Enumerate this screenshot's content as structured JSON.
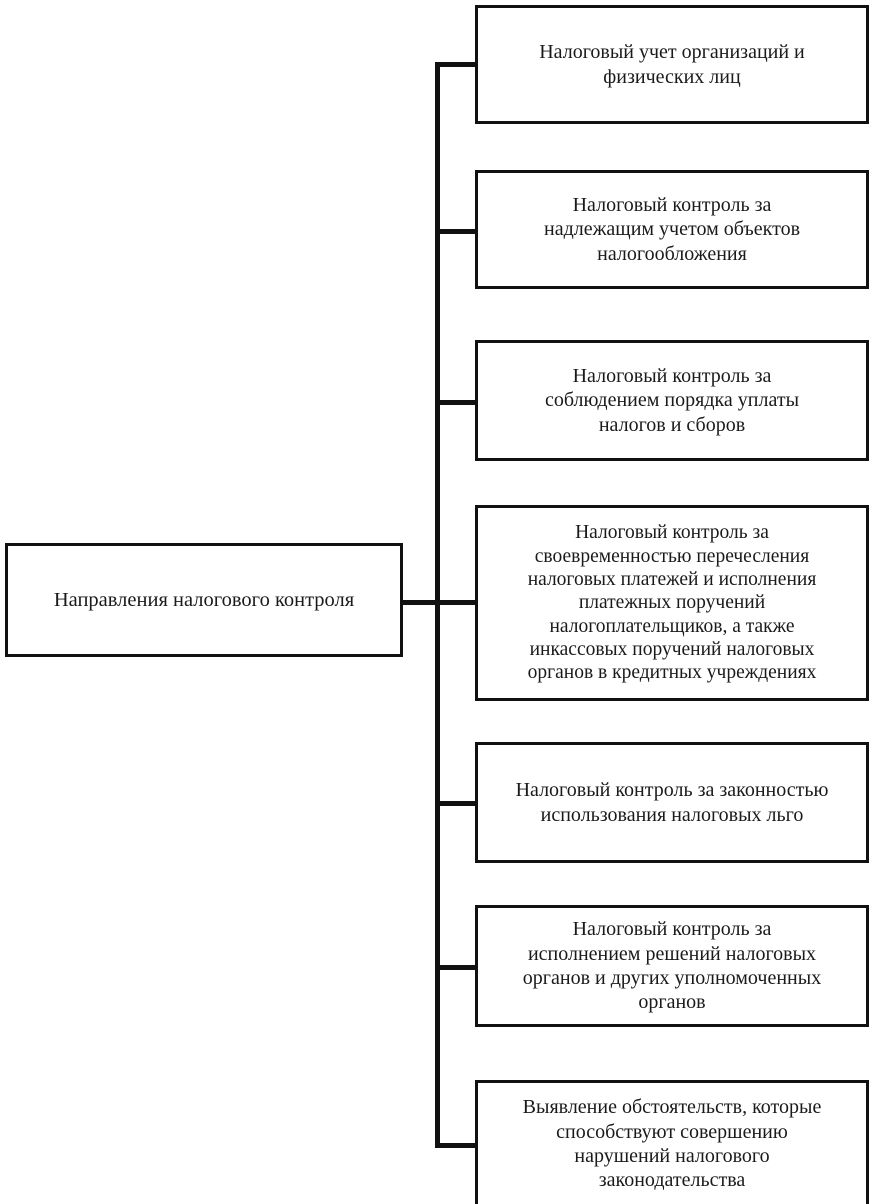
{
  "diagram": {
    "type": "tree",
    "orientation": "left-to-right",
    "title_node": {
      "id": "root",
      "label": "Направления налогового контроля"
    },
    "branches": [
      {
        "id": "branch-1",
        "label": "Налоговый учет организаций и\nфизических лиц"
      },
      {
        "id": "branch-2",
        "label": "Налоговый контроль за\nнадлежащим учетом объектов\nналогообложения"
      },
      {
        "id": "branch-3",
        "label": "Налоговый контроль за\nсоблюдением порядка  уплаты\nналогов и сборов"
      },
      {
        "id": "branch-4",
        "label": "Налоговый контроль за\nсвоевременностью  перечесления\nналоговых платежей и исполнения\nплатежных поручений\nналогоплательщиков, а также\nинкассовых поручений налоговых\nорганов в кредитных учреждениях"
      },
      {
        "id": "branch-5",
        "label": "Налоговый контроль за  законностью\nиспользования налоговых льго"
      },
      {
        "id": "branch-6",
        "label": "Налоговый контроль за\nисполнением решений налоговых\nорганов и других уполномоченных\nорганов"
      },
      {
        "id": "branch-7",
        "label": "Выявление обстоятельств, которые\nспособствуют совершению\nнарушений налогового\nзаконодательства"
      }
    ],
    "colors": {
      "line": "#111111",
      "box_fill": "#ffffff",
      "text": "#1a1a1a"
    }
  }
}
